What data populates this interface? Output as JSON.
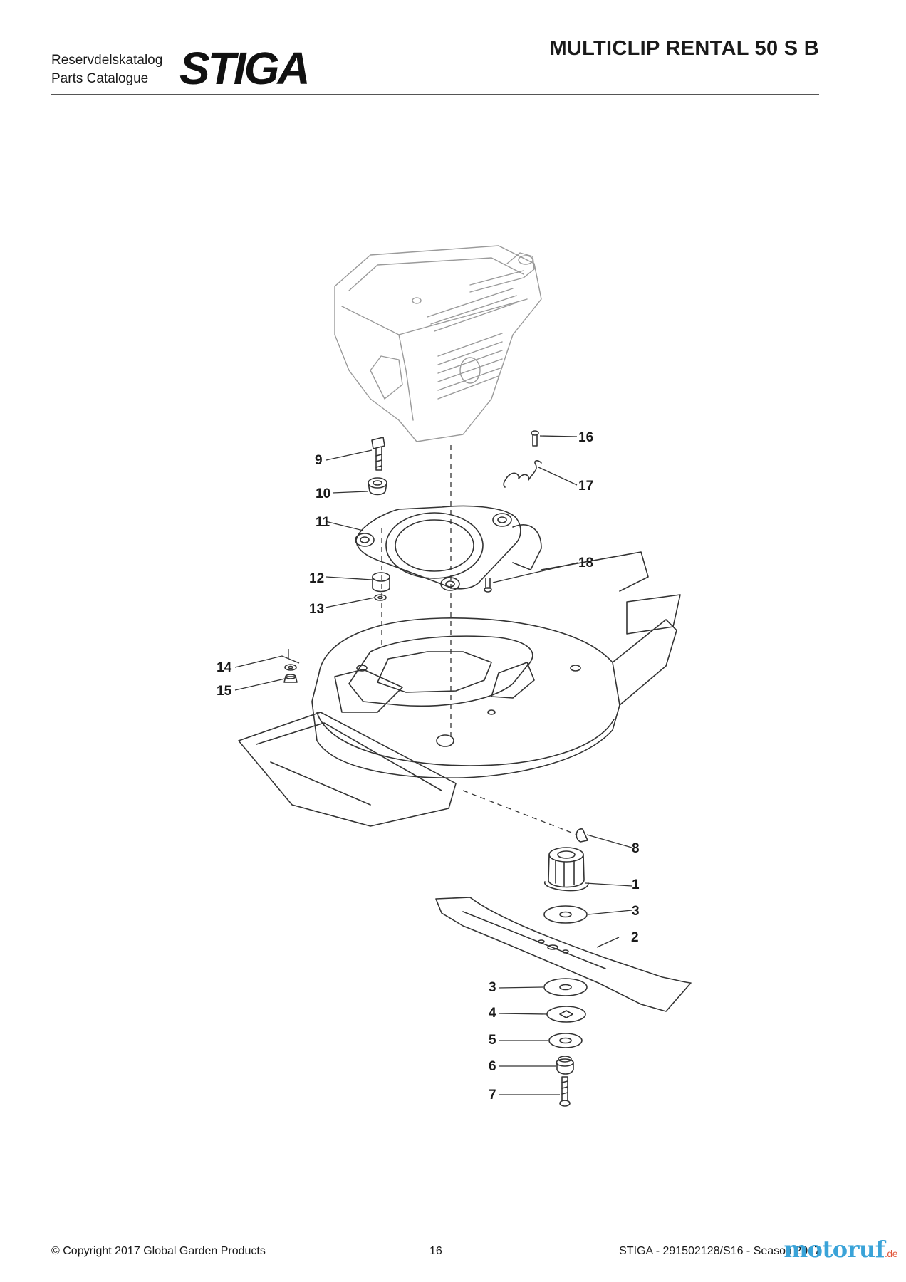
{
  "header": {
    "catalog_line1": "Reservdelskatalog",
    "catalog_line2": "Parts Catalogue",
    "brand": "STIGA",
    "model": "MULTICLIP RENTAL 50 S B"
  },
  "callouts": [
    {
      "id": "callout-1",
      "text": "1"
    },
    {
      "id": "callout-2",
      "text": "2"
    },
    {
      "id": "callout-3a",
      "text": "3"
    },
    {
      "id": "callout-3b",
      "text": "3"
    },
    {
      "id": "callout-4",
      "text": "4"
    },
    {
      "id": "callout-5",
      "text": "5"
    },
    {
      "id": "callout-6",
      "text": "6"
    },
    {
      "id": "callout-7",
      "text": "7"
    },
    {
      "id": "callout-8",
      "text": "8"
    },
    {
      "id": "callout-9",
      "text": "9"
    },
    {
      "id": "callout-10",
      "text": "10"
    },
    {
      "id": "callout-11",
      "text": "11"
    },
    {
      "id": "callout-12",
      "text": "12"
    },
    {
      "id": "callout-13",
      "text": "13"
    },
    {
      "id": "callout-14",
      "text": "14"
    },
    {
      "id": "callout-15",
      "text": "15"
    },
    {
      "id": "callout-16",
      "text": "16"
    },
    {
      "id": "callout-17",
      "text": "17"
    },
    {
      "id": "callout-18",
      "text": "18"
    }
  ],
  "footer": {
    "copyright": "© Copyright 2017 Global Garden Products",
    "page_number": "16",
    "doc_ref": "STIGA - 291502128/S16 - Season 2017"
  },
  "watermark": {
    "main": "motoruf",
    "suffix": ".de"
  },
  "colors": {
    "line": "#333333",
    "text": "#1a1a1a",
    "rule": "#555555",
    "watermark": "#3aa3d8"
  }
}
